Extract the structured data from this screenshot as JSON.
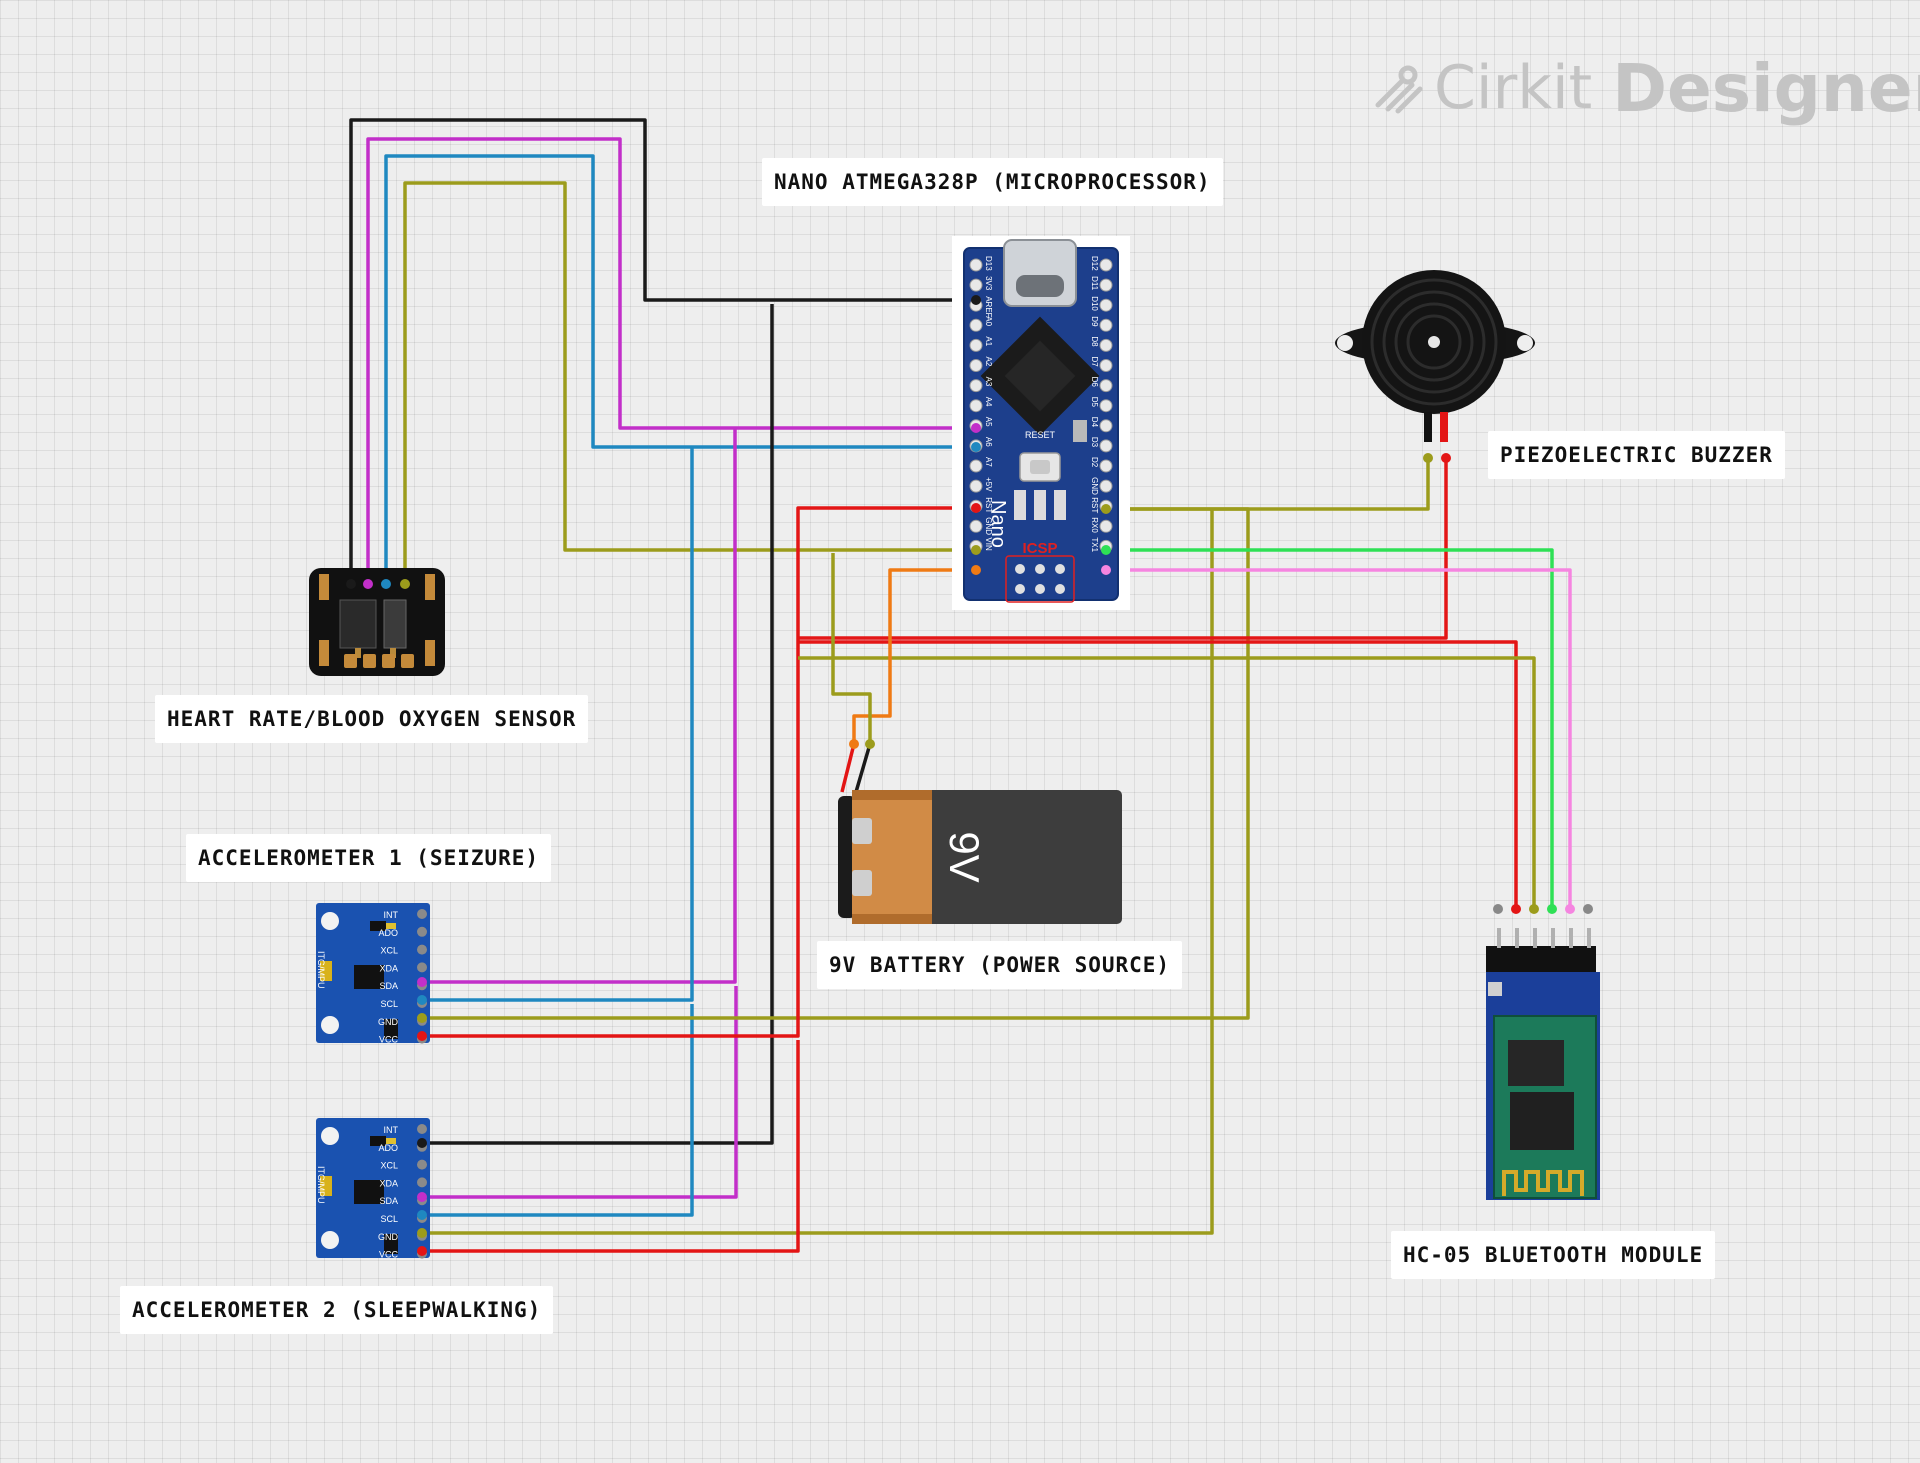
{
  "app": {
    "brand_prefix": "Cirkit",
    "brand_name": "Designer",
    "logo_icon": "cirkit-logo-icon"
  },
  "labels": {
    "nano": "NANO ATMEGA328P (MICROPROCESSOR)",
    "heart": "HEART RATE/BLOOD OXYGEN SENSOR",
    "buzzer": "PIEZOELECTRIC BUZZER",
    "acc1": "ACCELEROMETER 1 (SEIZURE)",
    "battery": "9V BATTERY (POWER SOURCE)",
    "acc2": "ACCELEROMETER 2 (SLEEPWALKING)",
    "bt": "HC-05 BLUETOOTH MODULE"
  },
  "components": {
    "nano": {
      "board_text": "Nano",
      "reset_text": "RESET",
      "icsp_text": "ICSP",
      "left_pins": [
        "D13",
        "3V3",
        "AREF",
        "A0",
        "A1",
        "A2",
        "A3",
        "A4",
        "A5",
        "A6",
        "A7",
        "+5V",
        "RST",
        "GND",
        "VIN"
      ],
      "right_pins": [
        "D12",
        "D11",
        "D10",
        "D9",
        "D8",
        "D7",
        "D6",
        "D5",
        "D4",
        "D3",
        "D2",
        "GND",
        "RST",
        "RX0",
        "TX1"
      ]
    },
    "mpu": {
      "chip_text": "ITG/MPU",
      "pins": [
        "INT",
        "ADO",
        "XCL",
        "XDA",
        "SDA",
        "SCL",
        "GND",
        "VCC"
      ]
    },
    "battery": {
      "text": "9V"
    }
  },
  "wire_colors": {
    "black": "#1a1a1a",
    "magenta": "#c22fc9",
    "blue": "#1f88c0",
    "olive": "#9c9c1c",
    "red": "#e31515",
    "orange": "#ef7a14",
    "green": "#2ee055",
    "pink": "#f585e0",
    "gray": "#888888"
  }
}
